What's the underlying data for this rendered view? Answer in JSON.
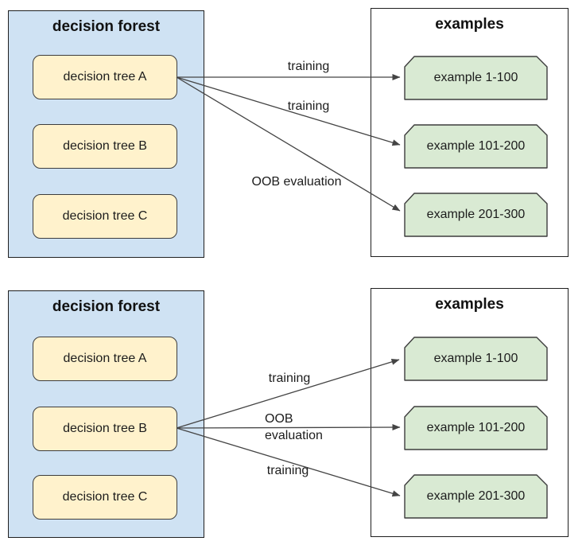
{
  "colors": {
    "forest_fill": "#cfe2f3",
    "tree_fill": "#fff2cc",
    "example_fill": "#d9ead3",
    "node_border": "#3d3d3d",
    "box_border": "#1f1f1f",
    "arrow": "#444444"
  },
  "panels": {
    "top": {
      "forest": {
        "title": "decision forest",
        "trees": [
          {
            "label": "decision tree A"
          },
          {
            "label": "decision tree B"
          },
          {
            "label": "decision tree C"
          }
        ]
      },
      "examples": {
        "title": "examples",
        "items": [
          {
            "label": "example 1-100"
          },
          {
            "label": "example 101-200"
          },
          {
            "label": "example 201-300"
          }
        ]
      },
      "arrows": [
        {
          "label": "training"
        },
        {
          "label": "training"
        },
        {
          "label": "OOB evaluation"
        }
      ]
    },
    "bottom": {
      "forest": {
        "title": "decision forest",
        "trees": [
          {
            "label": "decision tree A"
          },
          {
            "label": "decision tree B"
          },
          {
            "label": "decision tree C"
          }
        ]
      },
      "examples": {
        "title": "examples",
        "items": [
          {
            "label": "example 1-100"
          },
          {
            "label": "example 101-200"
          },
          {
            "label": "example 201-300"
          }
        ]
      },
      "arrows": [
        {
          "label": "training"
        },
        {
          "label": "OOB evaluation"
        },
        {
          "label": "training"
        }
      ]
    }
  }
}
